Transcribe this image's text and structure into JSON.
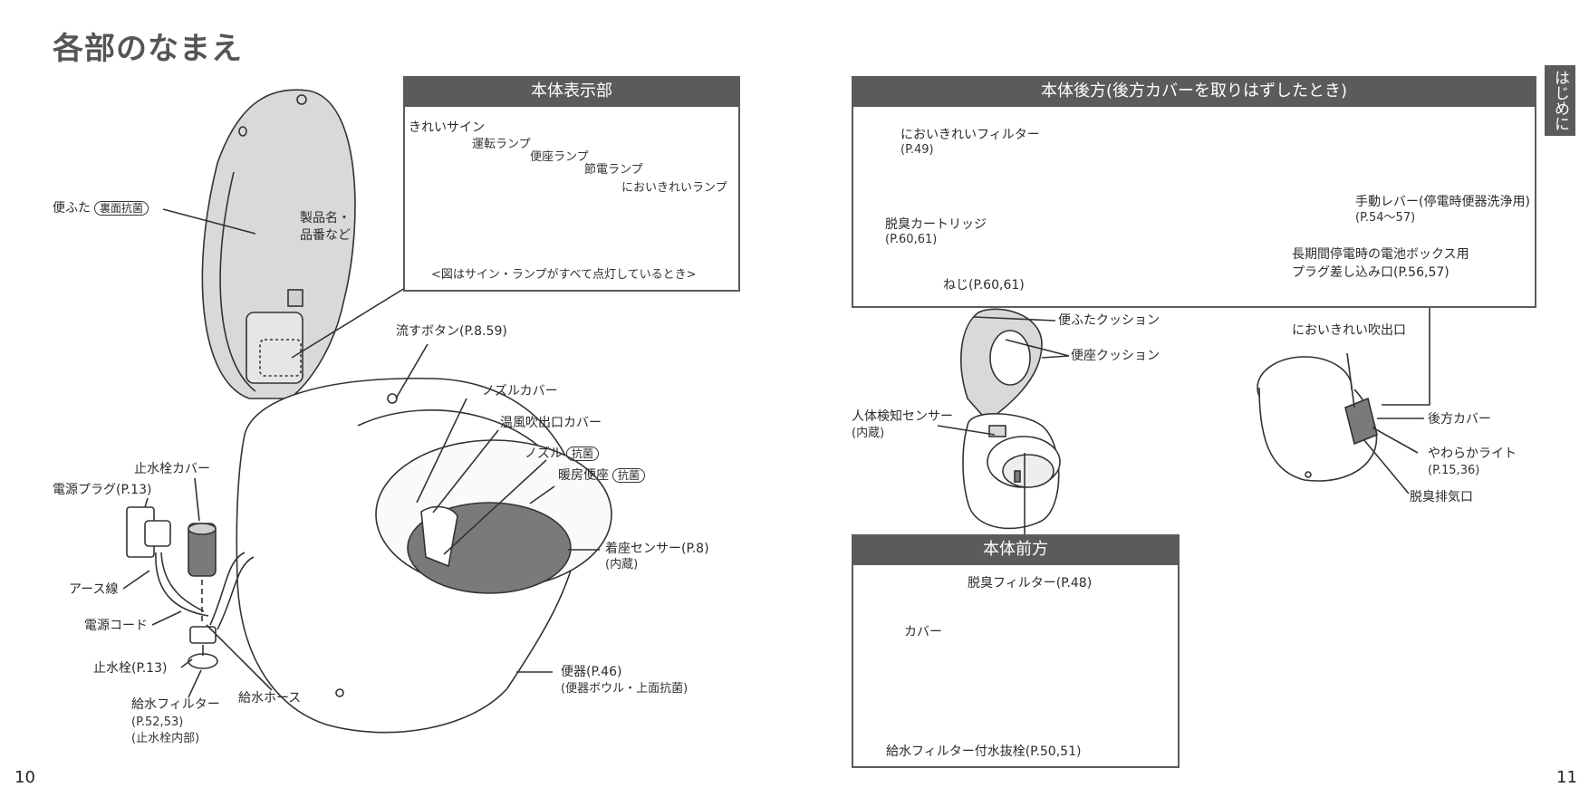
{
  "page": {
    "title": "各部のなまえ",
    "page_left": "10",
    "page_right": "11",
    "side_tab": "はじめに"
  },
  "display_panel": {
    "header": "本体表示部",
    "lamps": {
      "sign": "きれいサイン",
      "run": "運転ランプ",
      "seat": "便座ランプ",
      "eco": "節電ランプ",
      "odor": "においきれいランプ"
    },
    "caption": "<図はサイン・ランプがすべて点灯しているとき>"
  },
  "left_labels": {
    "lid": "便ふた",
    "lid_badge": "裏面抗菌",
    "product_name_line1": "製品名・",
    "product_name_line2": "品番など",
    "flush_button": "流すボタン(P.8.59)",
    "nozzle_cover": "ノズルカバー",
    "warm_air_cover": "温風吹出口カバー",
    "nozzle": "ノズル",
    "nozzle_badge": "抗菌",
    "heated_seat": "暖房便座",
    "heated_seat_badge": "抗菌",
    "seat_sensor": "着座センサー(P.8)",
    "seat_sensor_note": "(内蔵)",
    "bowl": "便器(P.46)",
    "bowl_note": "(便器ボウル・上面抗菌)",
    "valve_cover": "止水栓カバー",
    "power_plug": "電源プラグ(P.13)",
    "earth_wire": "アース線",
    "power_cord": "電源コード",
    "stop_valve": "止水栓(P.13)",
    "supply_filter": "給水フィルター",
    "supply_filter_ref": "(P.52,53)",
    "supply_filter_note": "(止水栓内部)",
    "supply_hose": "給水ホース"
  },
  "rear_panel": {
    "header": "本体後方(後方カバーを取りはずしたとき)",
    "odor_filter": "においきれいフィルター",
    "odor_filter_ref": "(P.49)",
    "deodor_cartridge": "脱臭カートリッジ",
    "deodor_cartridge_ref": "(P.60,61)",
    "screw": "ねじ(P.60,61)",
    "manual_lever": "手動レバー(停電時便器洗浄用)",
    "manual_lever_ref": "(P.54〜57)",
    "battery_box": "長期間停電時の電池ボックス用",
    "battery_box_line2": "プラグ差し込み口(P.56,57)"
  },
  "middle_labels": {
    "lid_cushion": "便ふたクッション",
    "seat_cushion": "便座クッション",
    "body_sensor": "人体検知センサー",
    "body_sensor_note": "(内蔵)",
    "odor_outlet": "においきれい吹出口",
    "rear_cover": "後方カバー",
    "soft_light": "やわらかライト",
    "soft_light_ref": "(P.15,36)",
    "exhaust": "脱臭排気口"
  },
  "front_panel": {
    "header": "本体前方",
    "deodor_filter": "脱臭フィルター(P.48)",
    "cover": "カバー",
    "drain_valve": "給水フィルター付水抜栓(P.50,51)"
  },
  "colors": {
    "header_bg": "#5b5b5b",
    "line": "#333333",
    "shade": "#d9d9d9",
    "dark_shade": "#7a7a7a"
  }
}
